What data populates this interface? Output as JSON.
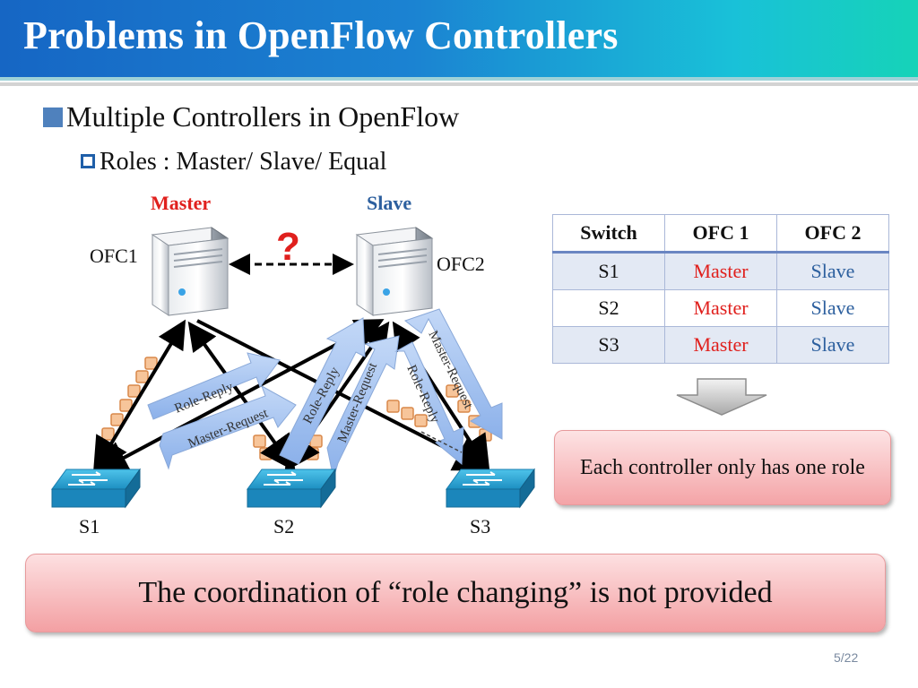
{
  "slide": {
    "title": "Problems in OpenFlow Controllers",
    "bullet1": "Multiple Controllers in OpenFlow",
    "bullet2": "Roles : Master/ Slave/ Equal",
    "page_number": "5/22"
  },
  "diagram": {
    "master_label": "Master",
    "slave_label": "Slave",
    "controller1": "OFC1",
    "controller2": "OFC2",
    "question_mark": "?",
    "switches": [
      "S1",
      "S2",
      "S3"
    ],
    "arrow_labels": {
      "role_reply_1": "Role-Reply",
      "master_request_1": "Master-Request",
      "role_reply_2": "Role-Reply",
      "master_request_2": "Master-Request",
      "role_reply_3": "Role-Reply",
      "master_request_3": "Master-Request"
    }
  },
  "role_table": {
    "headers": [
      "Switch",
      "OFC 1",
      "OFC 2"
    ],
    "rows": [
      [
        "S1",
        "Master",
        "Slave"
      ],
      [
        "S2",
        "Master",
        "Slave"
      ],
      [
        "S3",
        "Master",
        "Slave"
      ]
    ]
  },
  "note_box": "Each controller only has one role",
  "conclusion": "The coordination of “role changing” is not provided",
  "colors": {
    "master": "#e0201d",
    "slave": "#2c5f9e",
    "title_gradient_start": "#1666c4",
    "title_gradient_end": "#16d3b8",
    "callout_fill": "#f4a4a7",
    "arrow_fill": "#9dbdf0"
  }
}
